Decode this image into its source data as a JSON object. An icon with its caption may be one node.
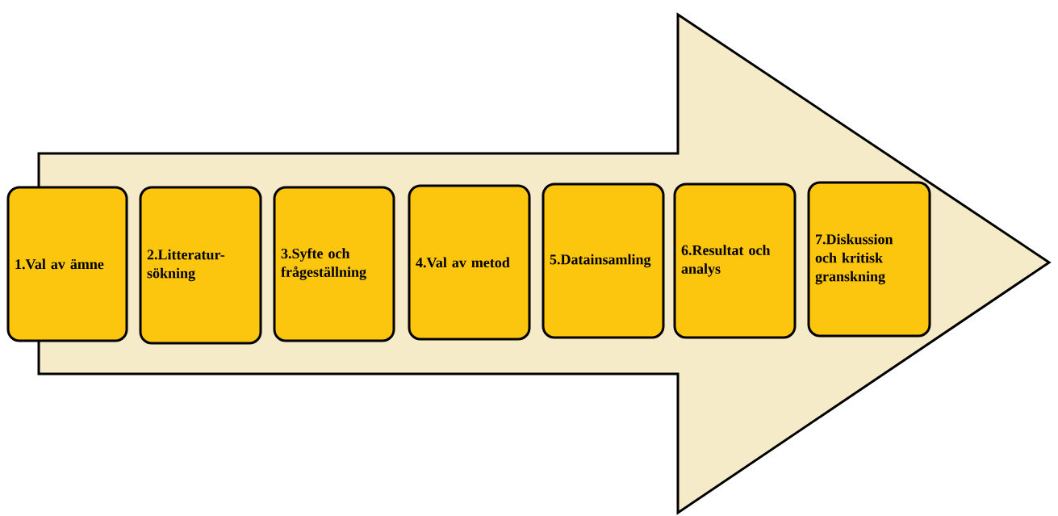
{
  "diagram": {
    "nodes": [
      {
        "text": [
          "1.Val av ämne"
        ]
      },
      {
        "text": [
          "2.Litteratur- sökning"
        ]
      },
      {
        "text": [
          "3.Syfte och frågeställning"
        ]
      },
      {
        "text": [
          "4.Val av metod"
        ]
      },
      {
        "text": [
          "5.Datainsamling"
        ]
      },
      {
        "text": [
          "6.Resultat och analys"
        ]
      },
      {
        "text": [
          "7.Diskussion och kritisk granskning"
        ]
      }
    ]
  }
}
